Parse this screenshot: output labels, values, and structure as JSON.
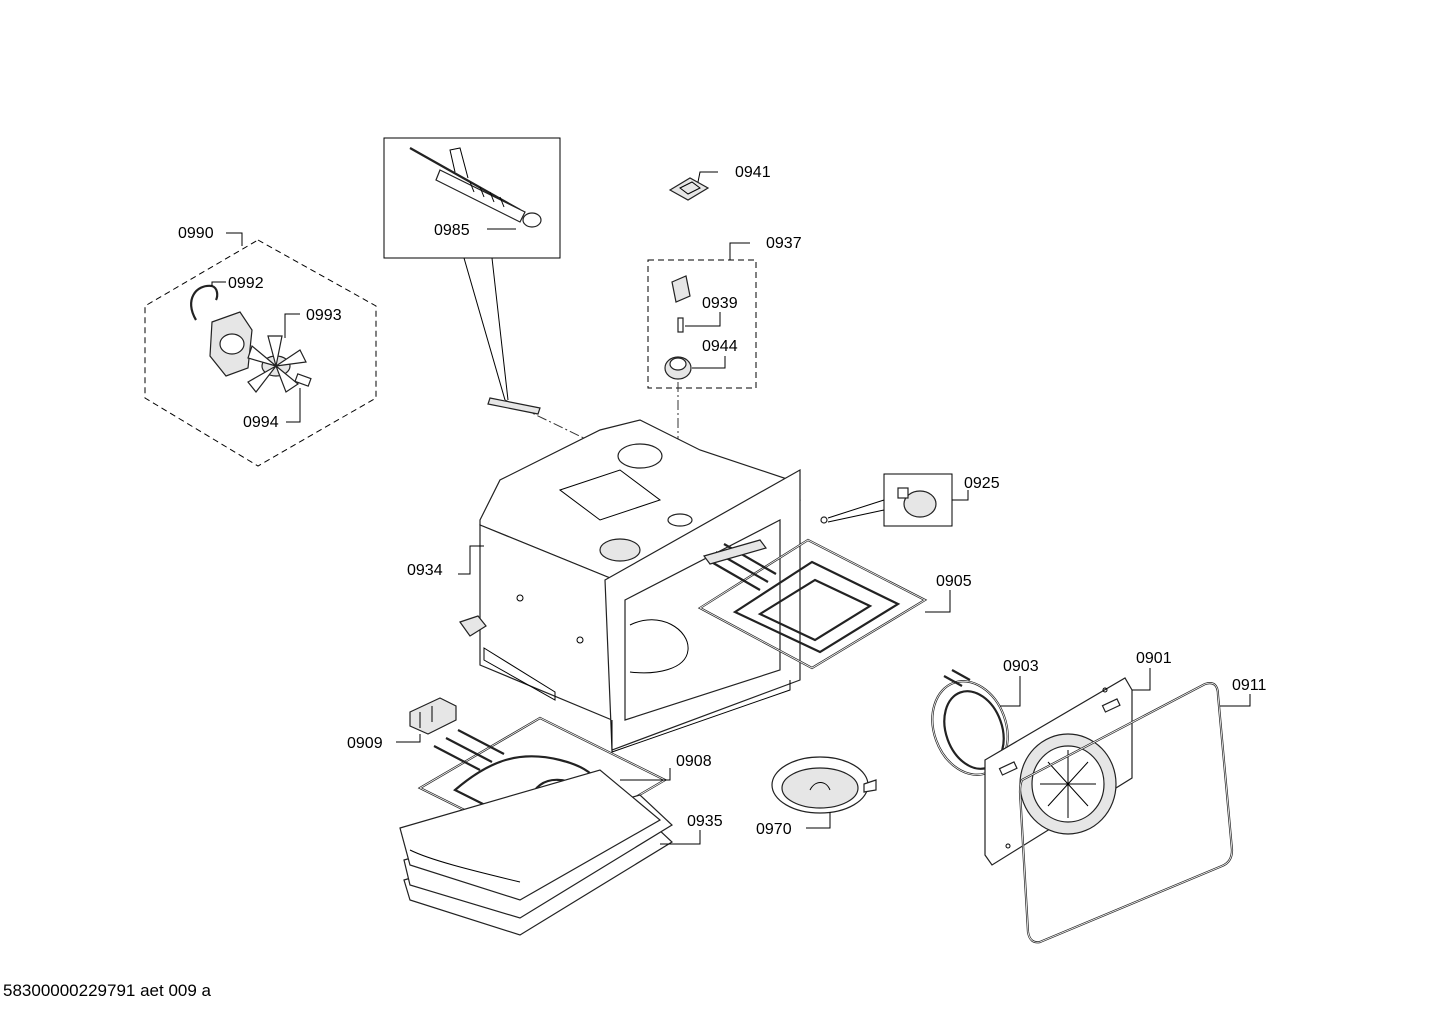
{
  "labels": {
    "p0901": "0901",
    "p0903": "0903",
    "p0905": "0905",
    "p0908": "0908",
    "p0909": "0909",
    "p0911": "0911",
    "p0925": "0925",
    "p0934": "0934",
    "p0935": "0935",
    "p0937": "0937",
    "p0939": "0939",
    "p0941": "0941",
    "p0944": "0944",
    "p0970": "0970",
    "p0985": "0985",
    "p0990": "0990",
    "p0992": "0992",
    "p0993": "0993",
    "p0994": "0994"
  },
  "footer": "58300000229791 aet 009 a"
}
